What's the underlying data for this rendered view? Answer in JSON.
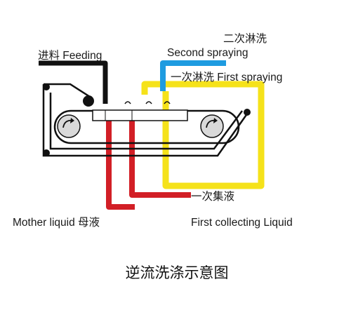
{
  "labels": {
    "feeding": "进料 Feeding",
    "second_spraying_cn": "二次淋洗",
    "second_spraying_en": "Second spraying",
    "first_spraying": "一次淋洗 First spraying",
    "first_collecting_cn": "一次集液",
    "first_collecting_en": "First collecting Liquid",
    "mother_liquid": "Mother liquid 母液"
  },
  "caption": "逆流洗涤示意图",
  "colors": {
    "feeding_line": "#111111",
    "second_spraying_line": "#1e9be0",
    "first_spraying_line": "#f5e21a",
    "collecting_line": "#d21f26",
    "belt": "#111111",
    "roller_fill": "#d9d9d9"
  }
}
